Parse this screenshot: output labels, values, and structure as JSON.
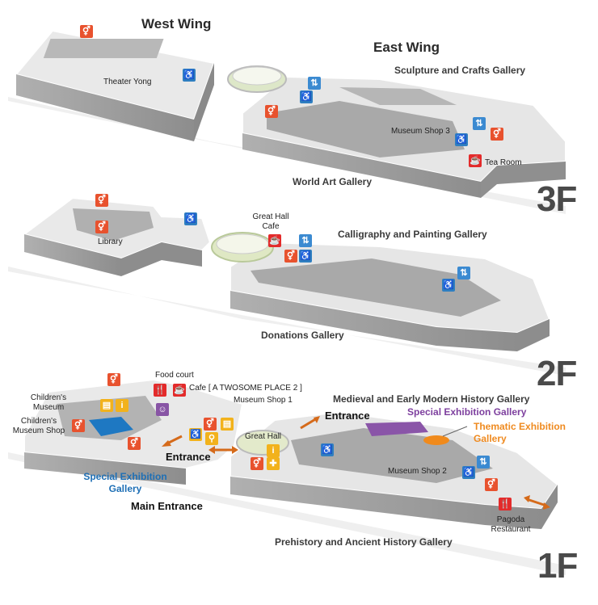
{
  "wings": {
    "west": "West Wing",
    "east": "East Wing"
  },
  "floors": {
    "f3": {
      "label": "3F",
      "places": {
        "theater": "Theater Yong",
        "sculpture": "Sculpture and Crafts Gallery",
        "museum_shop": "Museum Shop 3",
        "tea_room": "Tea Room",
        "world_art": "World Art Gallery"
      }
    },
    "f2": {
      "label": "2F",
      "places": {
        "library": "Library",
        "great_hall_cafe": "Great Hall\nCafe",
        "calligraphy": "Calligraphy and Painting Gallery",
        "donations": "Donations Gallery"
      }
    },
    "f1": {
      "label": "1F",
      "places": {
        "food_court": "Food court",
        "cafe": "Cafe [ A TWOSOME PLACE 2 ]",
        "museum_shop_1": "Museum Shop 1",
        "childrens_museum": "Children's\nMuseum",
        "childrens_shop": "Children's\nMuseum Shop",
        "special_exhibition_left": "Special Exhibition\nGallery",
        "main_entrance": "Main Entrance",
        "entrance_left": "Entrance",
        "entrance_right": "Entrance",
        "great_hall": "Great Hall",
        "medieval": "Medieval and Early Modern History Gallery",
        "special_exhibition_right": "Special Exhibition Gallery",
        "thematic": "Thematic Exhibition\nGallery",
        "museum_shop_2": "Museum Shop 2",
        "pagoda": "Pagoda\nRestaurant",
        "prehistory": "Prehistory and Ancient History Gallery"
      }
    }
  },
  "colors": {
    "building_top": "#ececec",
    "building_side": "#b5b5b5",
    "building_front": "#9d9d9d",
    "wall": "#ffffff",
    "room": "#a9a9a9",
    "restroom": "#e8522e",
    "accessible": "#2f7fc1",
    "food": "#e32b2b",
    "info": "#f2b21c",
    "special_exhibition": "#8a55a8",
    "special_exhibition_blue": "#1e78c2",
    "thematic_exhibition": "#f08a1c",
    "arrow": "#d56a1a",
    "great_hall_ring": "#a7c46b"
  },
  "icons": {
    "restroom": "restroom-icon",
    "accessible": "wheelchair-icon",
    "elevator": "elevator-icon",
    "food": "restaurant-icon",
    "info": "information-icon",
    "nursing": "nursing-room-icon",
    "shop": "shop-icon",
    "first_aid": "first-aid-icon"
  }
}
